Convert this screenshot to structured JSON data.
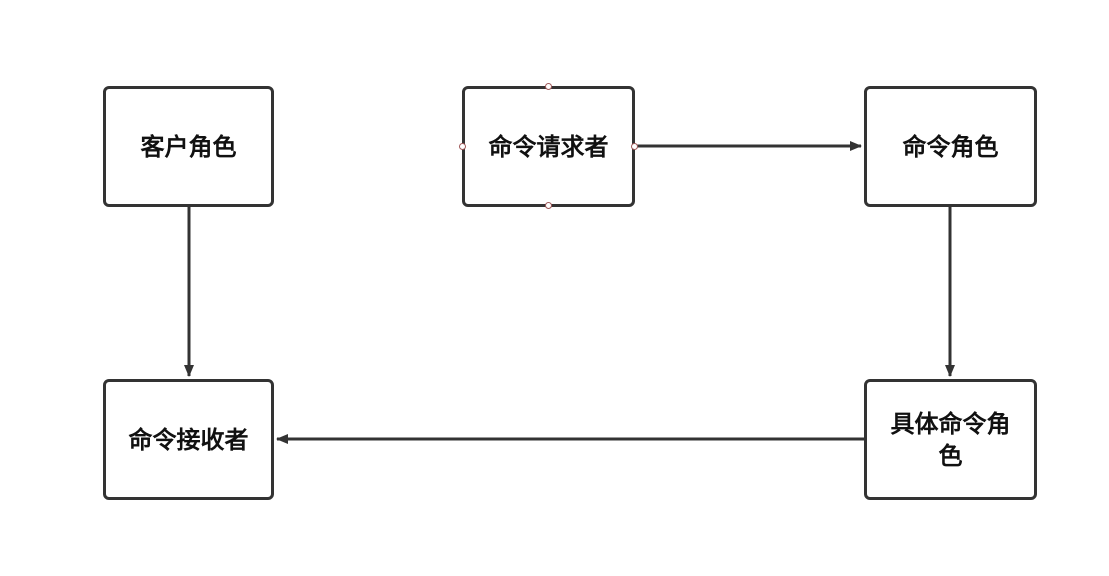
{
  "diagram": {
    "nodes": {
      "client": "客户角色",
      "invoker": "命令请求者",
      "command": "命令角色",
      "receiver": "命令接收者",
      "concrete": "具体命令角色"
    },
    "edges": [
      {
        "from": "client",
        "to": "receiver"
      },
      {
        "from": "invoker",
        "to": "command"
      },
      {
        "from": "command",
        "to": "concrete"
      },
      {
        "from": "concrete",
        "to": "receiver"
      }
    ],
    "selected_node": "invoker"
  },
  "colors": {
    "stroke": "#333333",
    "text": "#111111",
    "handle": "#a05a5a",
    "background": "#ffffff"
  }
}
